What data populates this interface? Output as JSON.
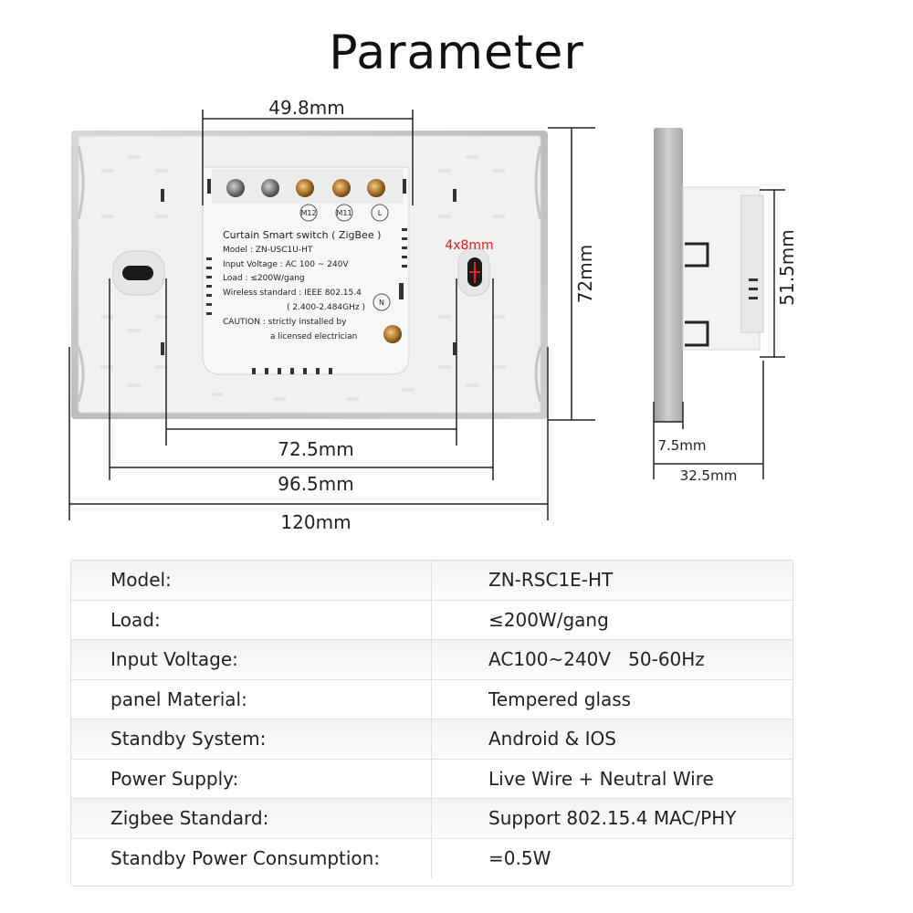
{
  "title": "Parameter",
  "dimensions": {
    "top_width": "49.8mm",
    "hole_size": "4x8mm",
    "height": "72mm",
    "width_inner": "72.5mm",
    "width_mid": "96.5mm",
    "width_total": "120mm",
    "side_height": "51.5mm",
    "side_thickness": "7.5mm",
    "side_depth": "32.5mm"
  },
  "module_label": {
    "line1": "Curtain Smart switch ( ZigBee )",
    "line2": "Model : ZN-USC1U-HT",
    "line3": "Input Voltage : AC 100 ~ 240V",
    "line4": "Load : ≤200W/gang",
    "line5": "Wireless standard : IEEE 802.15.4",
    "line6": "( 2.400-2.484GHz )",
    "line7": "CAUTION : strictly installed by",
    "line8": "a licensed electrician",
    "term1": "M12",
    "term2": "M11",
    "term3": "L",
    "term4": "N"
  },
  "specs": [
    {
      "label": "Model:",
      "value": "ZN-RSC1E-HT"
    },
    {
      "label": "Load:",
      "value": "≤200W/gang"
    },
    {
      "label": "Input Voltage:",
      "value": "AC100~240V   50-60Hz"
    },
    {
      "label": "panel Material:",
      "value": "Tempered glass"
    },
    {
      "label": "Standby System:",
      "value": "Android & IOS"
    },
    {
      "label": "Power Supply:",
      "value": "Live Wire + Neutral Wire"
    },
    {
      "label": "Zigbee Standard:",
      "value": "Support 802.15.4 MAC/PHY"
    },
    {
      "label": "Standby Power Consumption:",
      "value": "=0.5W"
    }
  ]
}
